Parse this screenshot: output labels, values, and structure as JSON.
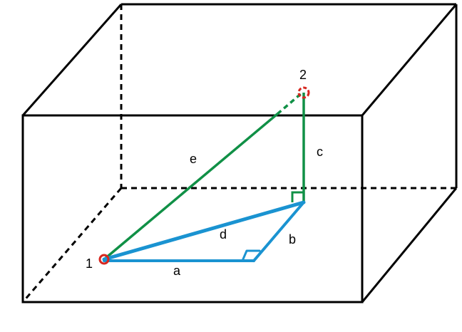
{
  "diagram": {
    "colors": {
      "box_edge": "#000000",
      "blue_segment": "#1a93d1",
      "green_segment": "#109046",
      "point_marker": "#d7271f",
      "background": "#ffffff"
    },
    "points": {
      "p1": "1",
      "p2": "2"
    },
    "segments": {
      "a": "a",
      "b": "b",
      "c": "c",
      "d": "d",
      "e": "e"
    }
  }
}
